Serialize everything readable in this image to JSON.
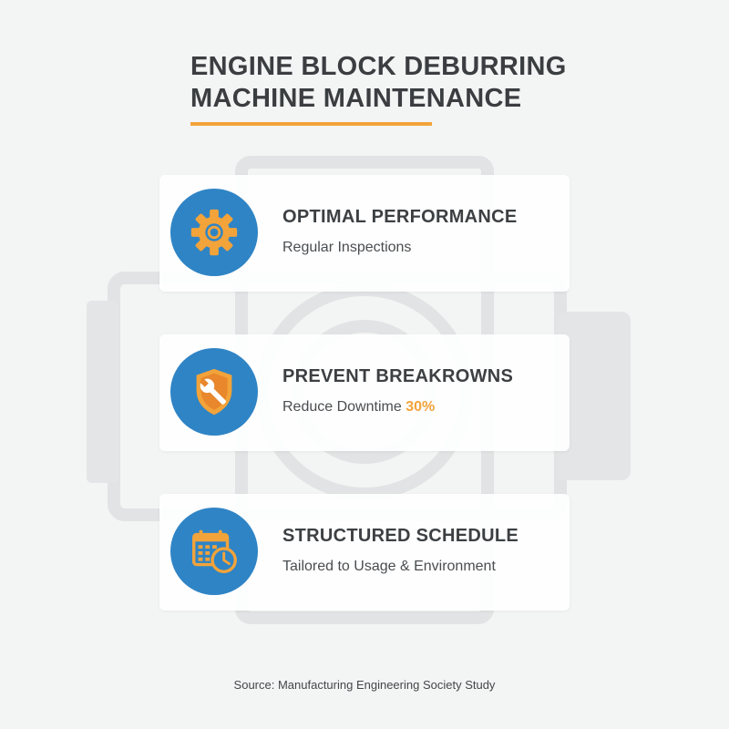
{
  "title": {
    "line1": "ENGINE BLOCK DEBURRING",
    "line2": "MACHINE MAINTENANCE"
  },
  "cards": [
    {
      "heading": "OPTIMAL PERFORMANCE",
      "subtitle": "Regular Inspections",
      "icon": "gear-icon"
    },
    {
      "heading": "PREVENT BREAKROWNS",
      "subtitle": "Reduce Downtime",
      "highlight": "30%",
      "icon": "shield-wrench-icon"
    },
    {
      "heading": "STRUCTURED SCHEDULE",
      "subtitle": "Tailored to Usage & Environment",
      "icon": "calendar-clock-icon"
    }
  ],
  "source": "Source: Manufacturing Engineering Society Study",
  "colors": {
    "accent": "#f2a33a",
    "icon_circle": "#2f84c5",
    "background": "#f3f4f4",
    "text": "#3b3e41"
  }
}
